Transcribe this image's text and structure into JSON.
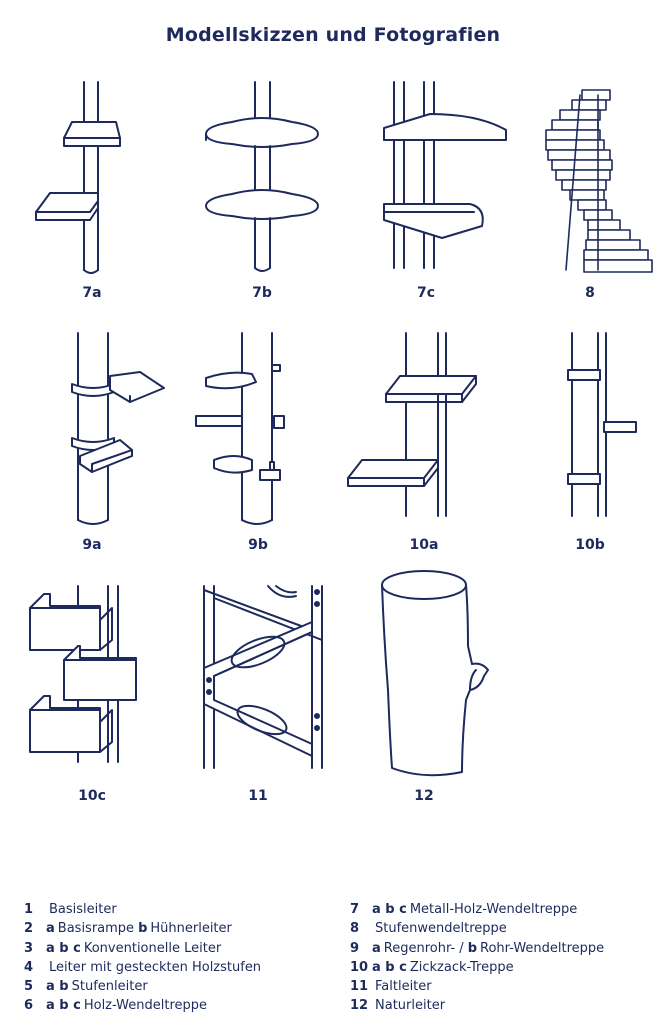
{
  "title": "Modellskizzen und Fotografien",
  "colors": {
    "ink": "#1f2a5c",
    "paper": "#ffffff"
  },
  "figures": [
    {
      "id": "7a",
      "label": "7a"
    },
    {
      "id": "7b",
      "label": "7b"
    },
    {
      "id": "7c",
      "label": "7c"
    },
    {
      "id": "8",
      "label": "8"
    },
    {
      "id": "9a",
      "label": "9a"
    },
    {
      "id": "9b",
      "label": "9b"
    },
    {
      "id": "10a",
      "label": "10a"
    },
    {
      "id": "10b",
      "label": "10b"
    },
    {
      "id": "10c",
      "label": "10c"
    },
    {
      "id": "11",
      "label": "11"
    },
    {
      "id": "12",
      "label": "12"
    }
  ],
  "legend_left": [
    {
      "num": "1",
      "prefix": "",
      "text": "Basisleiter",
      "prefix2": "",
      "text2": ""
    },
    {
      "num": "2",
      "prefix": "a",
      "text": "Basisrampe",
      "prefix2": "b",
      "text2": "Hühnerleiter"
    },
    {
      "num": "3",
      "prefix": "a b c",
      "text": "Konventionelle Leiter",
      "prefix2": "",
      "text2": ""
    },
    {
      "num": "4",
      "prefix": "",
      "text": "Leiter mit gesteckten Holzstufen",
      "prefix2": "",
      "text2": ""
    },
    {
      "num": "5",
      "prefix": "a b",
      "text": "Stufenleiter",
      "prefix2": "",
      "text2": ""
    },
    {
      "num": "6",
      "prefix": "a b c",
      "text": "Holz-Wendeltreppe",
      "prefix2": "",
      "text2": ""
    }
  ],
  "legend_right": [
    {
      "num": "7",
      "prefix": "a b c",
      "text": "Metall-Holz-Wendeltreppe",
      "prefix2": "",
      "text2": ""
    },
    {
      "num": "8",
      "prefix": "",
      "text": "Stufenwendeltreppe",
      "prefix2": "",
      "text2": ""
    },
    {
      "num": "9",
      "prefix": "a",
      "text": "Regenrohr- /",
      "prefix2": "b",
      "text2": "Rohr-Wendeltreppe"
    },
    {
      "num": "10",
      "prefix": "a b c",
      "text": "Zickzack-Treppe",
      "prefix2": "",
      "text2": ""
    },
    {
      "num": "11",
      "prefix": "",
      "text": "Faltleiter",
      "prefix2": "",
      "text2": ""
    },
    {
      "num": "12",
      "prefix": "",
      "text": "Naturleiter",
      "prefix2": "",
      "text2": ""
    }
  ]
}
